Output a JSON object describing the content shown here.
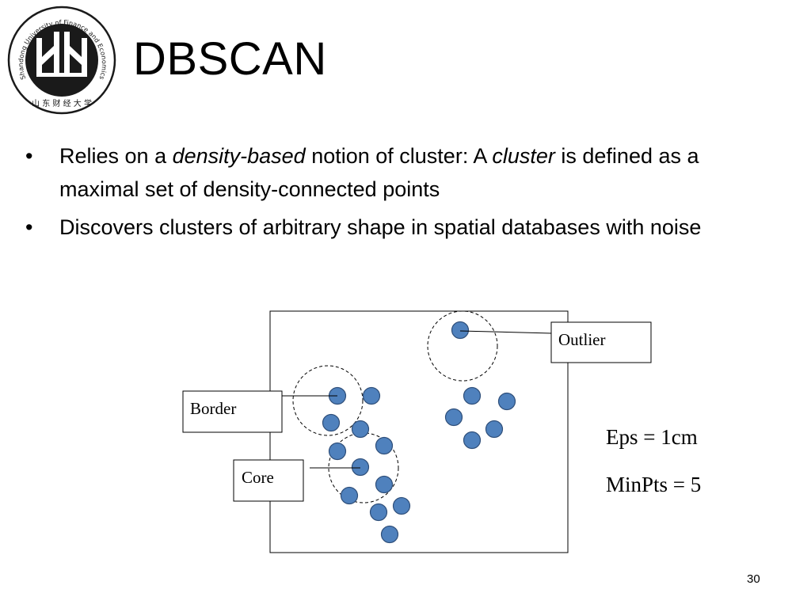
{
  "slide": {
    "title": "DBSCAN",
    "page_number": "30"
  },
  "logo": {
    "ring_text": "Shandong University of Finance and Economics",
    "bottom_text": "山 东 财 经 大 学",
    "color": "#1a1a1a"
  },
  "bullets": [
    {
      "marker": "•",
      "parts": [
        {
          "text": "Relies on a ",
          "italic": false
        },
        {
          "text": "density-based",
          "italic": true
        },
        {
          "text": " notion of cluster:  A ",
          "italic": false
        },
        {
          "text": "cluster",
          "italic": true
        },
        {
          "text": " is defined as a maximal set of density-connected points",
          "italic": false
        }
      ]
    },
    {
      "marker": "•",
      "parts": [
        {
          "text": "Discovers clusters of arbitrary shape in spatial databases with noise",
          "italic": false
        }
      ]
    }
  ],
  "diagram": {
    "labels": {
      "outlier": "Outlier",
      "border": "Border",
      "core": "Core"
    },
    "params": {
      "eps": "Eps = 1cm",
      "minpts": "MinPts = 5"
    },
    "colors": {
      "point_fill": "#4f81bd",
      "point_stroke": "#2f4f7a"
    }
  }
}
